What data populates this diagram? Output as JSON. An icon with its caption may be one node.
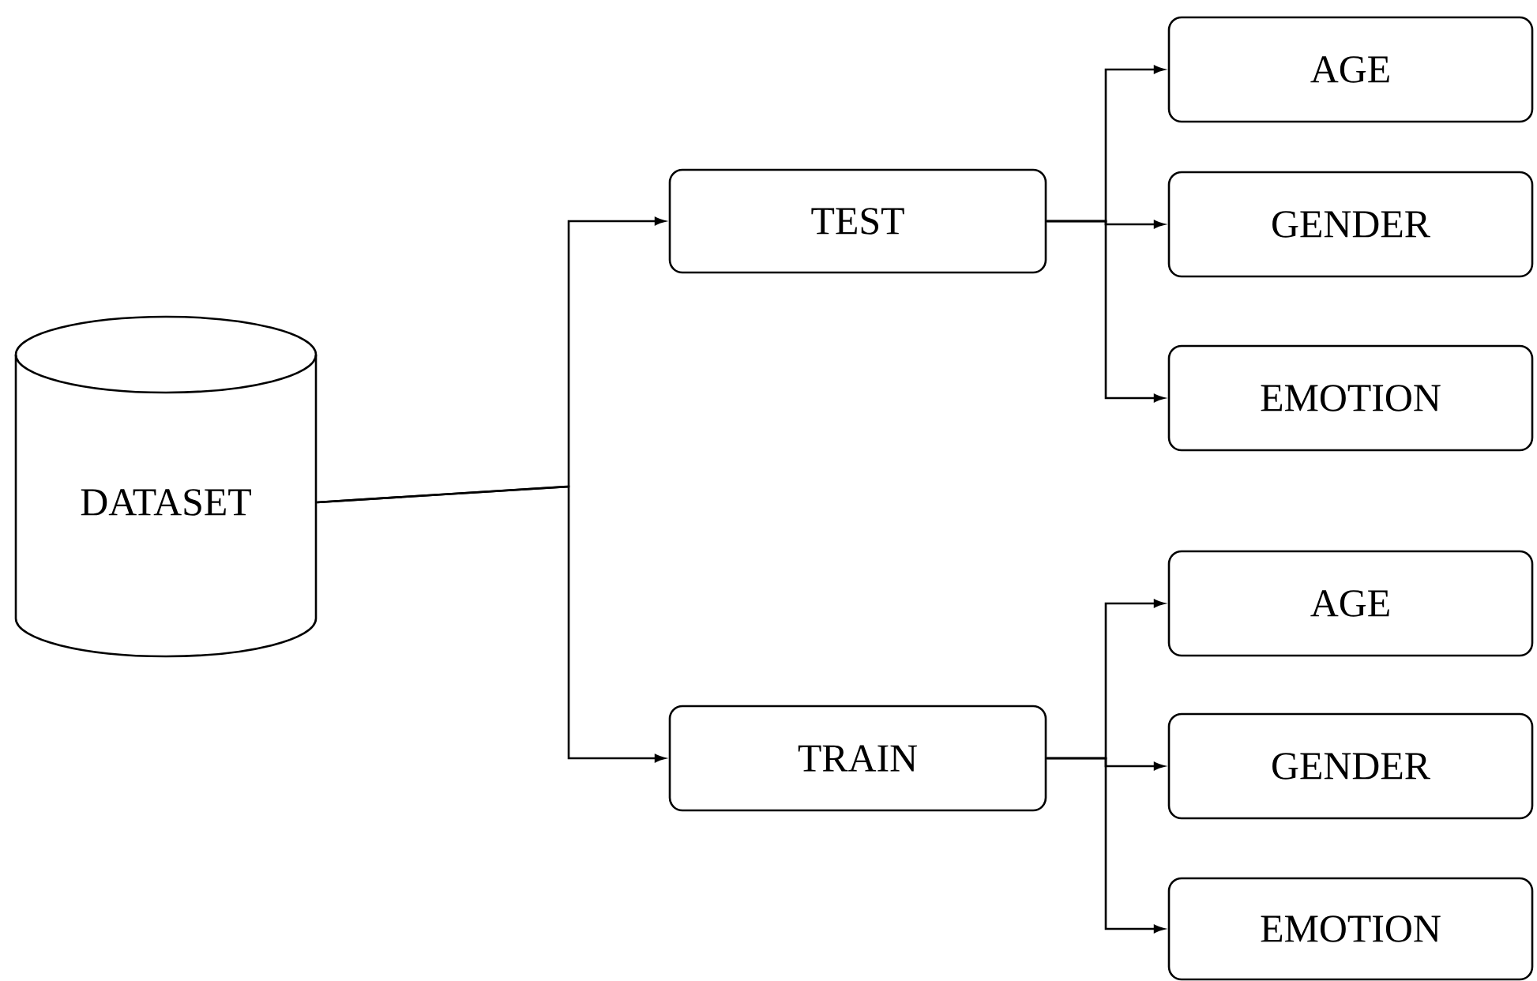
{
  "diagram": {
    "nodes": [
      {
        "text": [
          "DATASET"
        ]
      },
      {
        "text": [
          "TEST"
        ]
      },
      {
        "text": [
          "TRAIN"
        ]
      },
      {
        "text": [
          "AGE"
        ]
      },
      {
        "text": [
          "GENDER"
        ]
      },
      {
        "text": [
          "EMOTION"
        ]
      },
      {
        "text": [
          "AGE"
        ]
      },
      {
        "text": [
          "GENDER"
        ]
      },
      {
        "text": [
          "EMOTION"
        ]
      }
    ],
    "edges": [
      {
        "from": 0,
        "to": 1,
        "arrow": "to"
      },
      {
        "from": 0,
        "to": 2,
        "arrow": "to"
      },
      {
        "from": 1,
        "to": 3,
        "arrow": "to"
      },
      {
        "from": 1,
        "to": 4,
        "arrow": "to"
      },
      {
        "from": 1,
        "to": 5,
        "arrow": "to"
      },
      {
        "from": 2,
        "to": 6,
        "arrow": "to"
      },
      {
        "from": 2,
        "to": 7,
        "arrow": "to"
      },
      {
        "from": 2,
        "to": 8,
        "arrow": "to"
      }
    ]
  }
}
